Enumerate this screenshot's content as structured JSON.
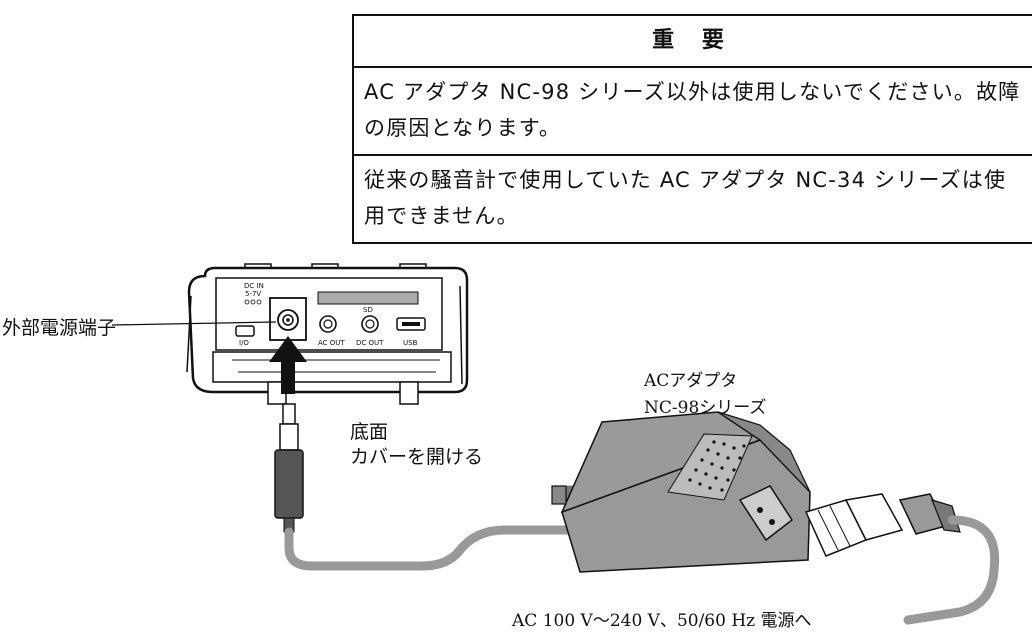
{
  "notice": {
    "title": "重 要",
    "rows": [
      "AC アダプタ NC-98 シリーズ以外は使用しないでください。故障の原因となります。",
      "従来の騒音計で使用していた AC アダプタ NC-34 シリーズは使用できません。"
    ]
  },
  "labels": {
    "external_power_terminal": "外部電源端子",
    "bottom_cover_line1": "底面",
    "bottom_cover_line2": "カバーを開ける",
    "adapter_line1": "ACアダプタ",
    "adapter_line2": "NC-98シリーズ",
    "ac_power": "AC 100 V～240 V、50/60 Hz 電源へ"
  },
  "device_labels": {
    "dc_in": "DC IN",
    "voltage": "5-7V",
    "io": "I/O",
    "sd": "SD",
    "ac_out": "AC OUT",
    "dc_out": "DC OUT",
    "usb": "USB"
  }
}
